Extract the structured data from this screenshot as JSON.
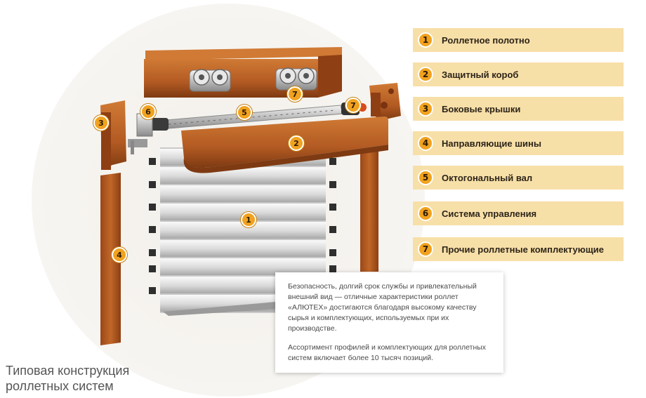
{
  "legend": [
    {
      "number": "1",
      "label": "Роллетное полотно"
    },
    {
      "number": "2",
      "label": "Защитный короб"
    },
    {
      "number": "3",
      "label": "Боковые крышки"
    },
    {
      "number": "4",
      "label": "Направляющие шины"
    },
    {
      "number": "5",
      "label": "Октогональный вал"
    },
    {
      "number": "6",
      "label": "Система управления"
    },
    {
      "number": "7",
      "label": "Прочие роллетные комплектующие"
    }
  ],
  "callouts": {
    "curtain": "1",
    "box": "2",
    "side_cover": "3",
    "guide_rail": "4",
    "shaft": "5",
    "control": "6",
    "hinge": "7",
    "bracket": "7"
  },
  "info": {
    "paragraph1": "Безопасность, долгий срок службы и привлекательный внешний вид — отличные характеристики роллет «АЛЮТЕХ» достигаются благодаря высокому качеству сырья и комплектующих, используемых при их производстве.",
    "paragraph2": "Ассортимент профилей и комплектующих для роллетных систем включает более 10 тысяч позиций."
  },
  "caption": "Типовая конструкция роллетных систем",
  "colors": {
    "legend_background": "#f7dfa8",
    "badge": "#f1a21f",
    "wood": "#b75b24"
  }
}
